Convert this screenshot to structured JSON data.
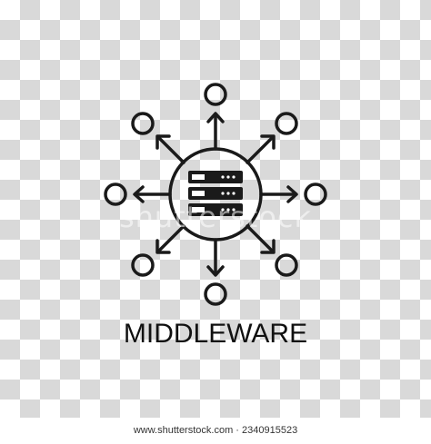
{
  "title": "MIDDLEWARE",
  "watermark": "shutterstock",
  "footer_text": "www.shutterstock.com · 2340915523",
  "icon": "middleware-network-icon",
  "colors": {
    "icon": "#1a1a1a",
    "checker_light": "#ffffff",
    "checker_dark": "#d9d9d9"
  }
}
